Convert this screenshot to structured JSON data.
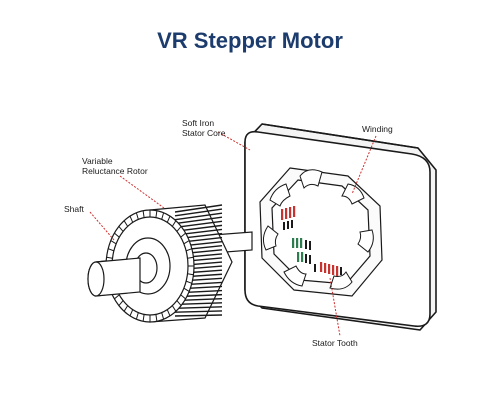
{
  "title": "VR Stepper Motor",
  "labels": {
    "stator_core": "Soft Iron\nStator Core",
    "winding": "Winding",
    "rotor": "Variable\nReluctance Rotor",
    "shaft": "Shaft",
    "stator_tooth": "Stator Tooth"
  },
  "colors": {
    "title": "#1d3c6e",
    "leader": "#d0302f",
    "outline": "#1a1a1a",
    "coil_red": "#c8322f",
    "coil_green": "#2e7d4f"
  }
}
